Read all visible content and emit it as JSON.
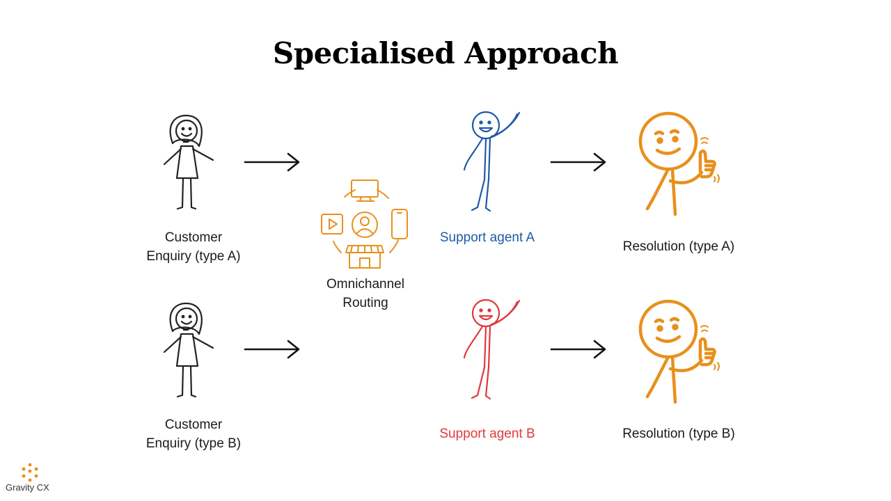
{
  "title": "Specialised Approach",
  "customers": [
    {
      "line1": "Customer",
      "line2": "Enquiry (type A)"
    },
    {
      "line1": "Customer",
      "line2": "Enquiry (type B)"
    }
  ],
  "routing": {
    "line1": "Omnichannel",
    "line2": "Routing"
  },
  "agents": [
    {
      "label": "Support agent A",
      "color": "#1f5aa6"
    },
    {
      "label": "Support agent B",
      "color": "#e0383e"
    }
  ],
  "resolutions": [
    {
      "label": "Resolution (type A)"
    },
    {
      "label": "Resolution (type B)"
    }
  ],
  "colors": {
    "accent": "#e8901c",
    "arrow": "#111111",
    "customer": "#222222"
  },
  "brand": {
    "name": "Gravity CX"
  },
  "icons": [
    "monitor-icon",
    "play-icon",
    "user-icon",
    "phone-icon",
    "store-icon"
  ]
}
